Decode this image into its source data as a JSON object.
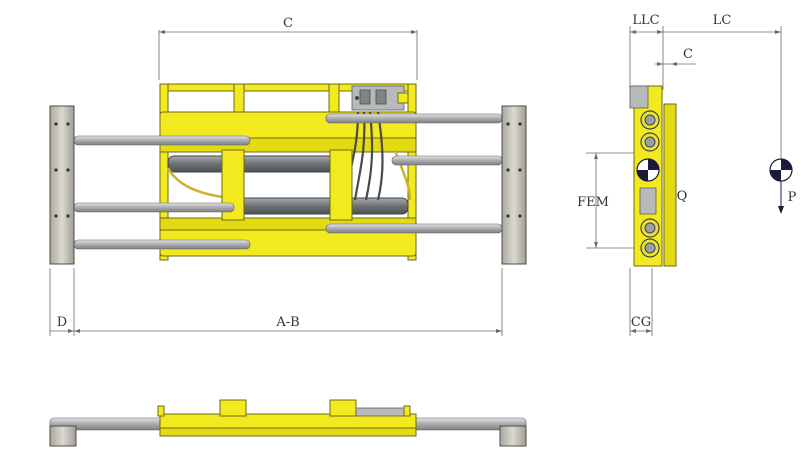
{
  "diagram": {
    "labels": {
      "c_top": "C",
      "d": "D",
      "ab": "A-B",
      "llc": "LLC",
      "lc": "LC",
      "c_side": "C",
      "fem": "FEM",
      "q": "Q",
      "cg": "CG",
      "p": "P"
    }
  },
  "colors": {
    "frame": "#f2ea1f",
    "steel": "#b7b9bb",
    "pad": "#c9c6bd",
    "cylinder": "#7f8487"
  }
}
